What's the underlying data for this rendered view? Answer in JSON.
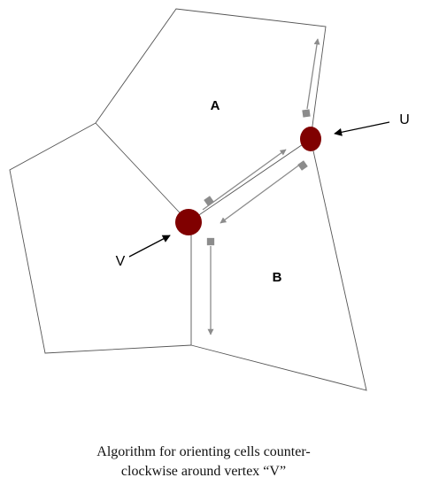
{
  "labels": {
    "cell_a": "A",
    "cell_b": "B",
    "vertex_u": "U",
    "vertex_v": "V"
  },
  "caption": {
    "line1": "Algorithm for orienting cells counter-",
    "line2": "clockwise around vertex “V”"
  },
  "colors": {
    "vertex_fill": "#800000",
    "edge_stroke": "#555555",
    "arrow_gray": "#8c8c8c",
    "pointer_black": "#000000"
  }
}
